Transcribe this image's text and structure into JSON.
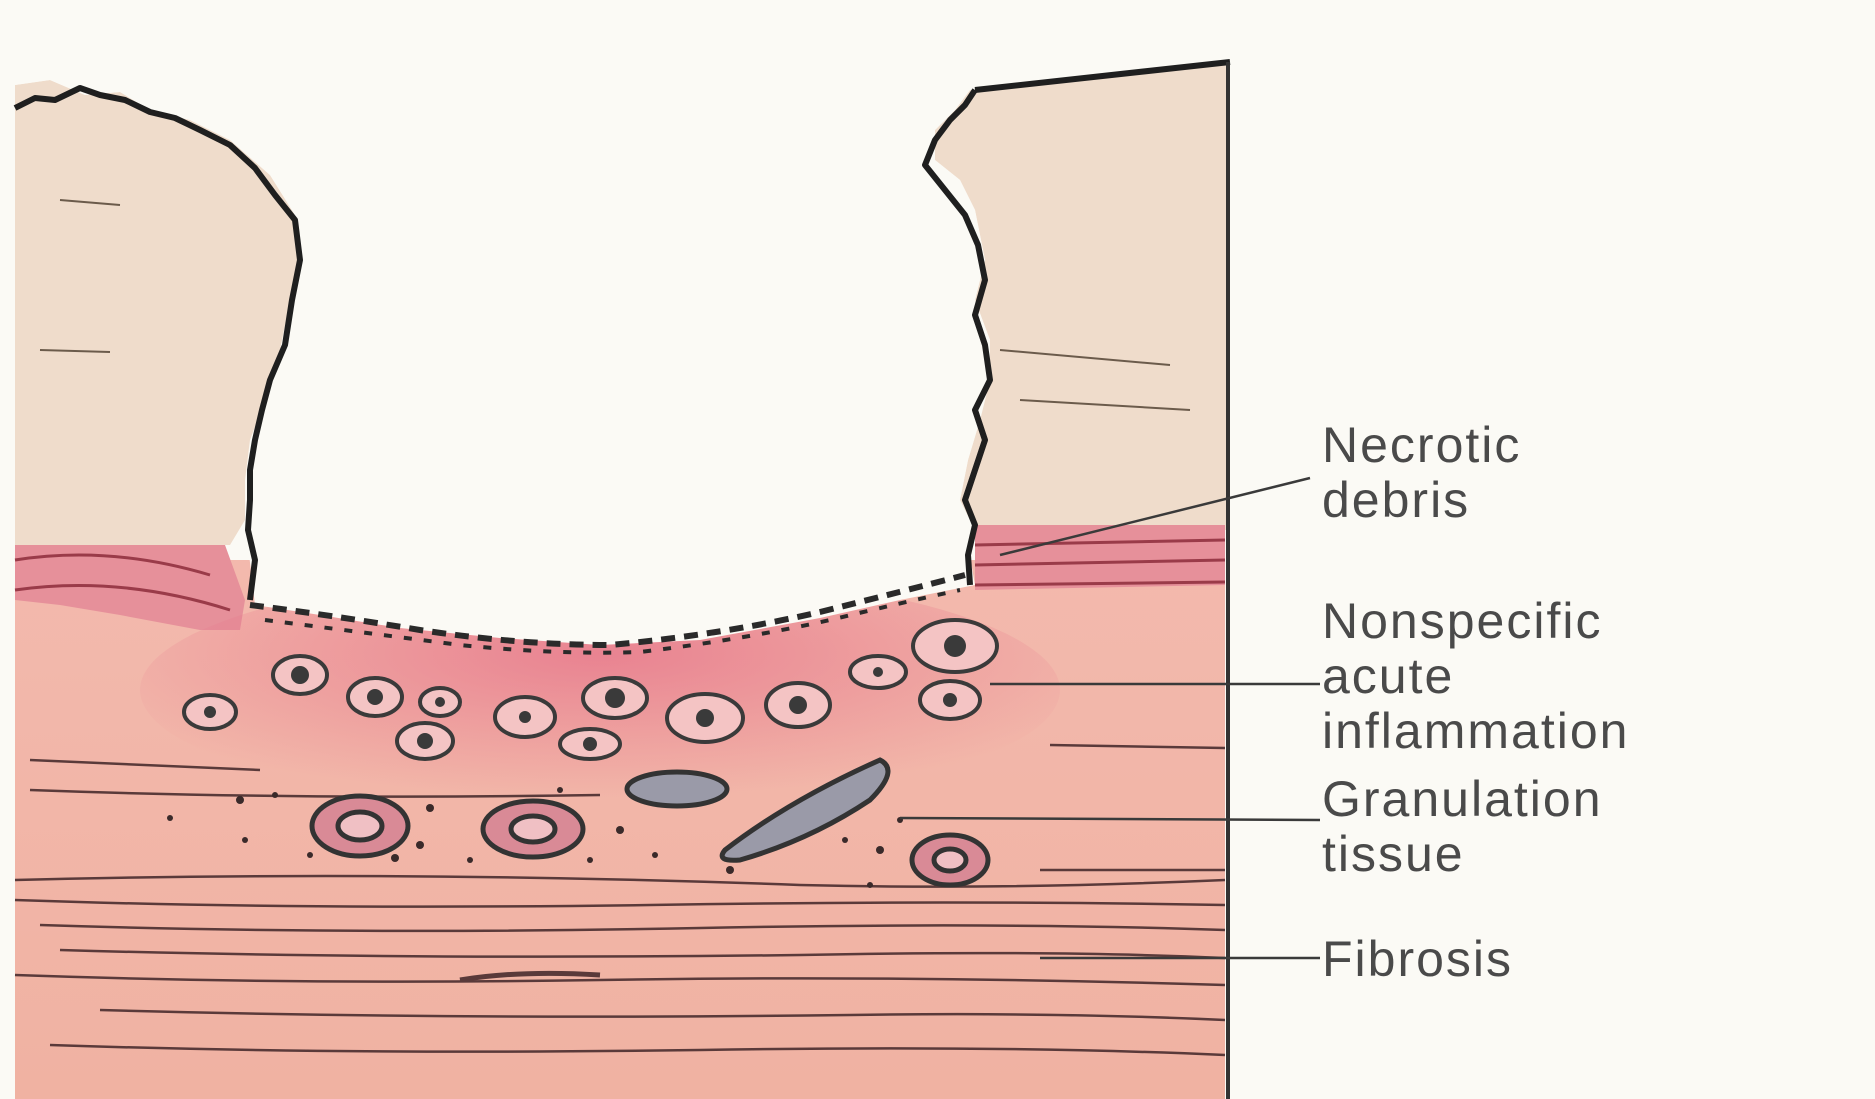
{
  "labels": {
    "necrotic_debris": [
      "Necrotic",
      "debris"
    ],
    "acute_inflammation": [
      "Nonspecific",
      "acute",
      "inflammation"
    ],
    "granulation_tissue": [
      "Granulation",
      "tissue"
    ],
    "fibrosis": [
      "Fibrosis"
    ]
  },
  "colors": {
    "background": "#fbfaf5",
    "mucosa": "#efdccb",
    "submucosa": "#f0b7a8",
    "inflamed_band": "#e88a96",
    "outline": "#2a2a2a",
    "label_text": "#4a4a4a"
  }
}
